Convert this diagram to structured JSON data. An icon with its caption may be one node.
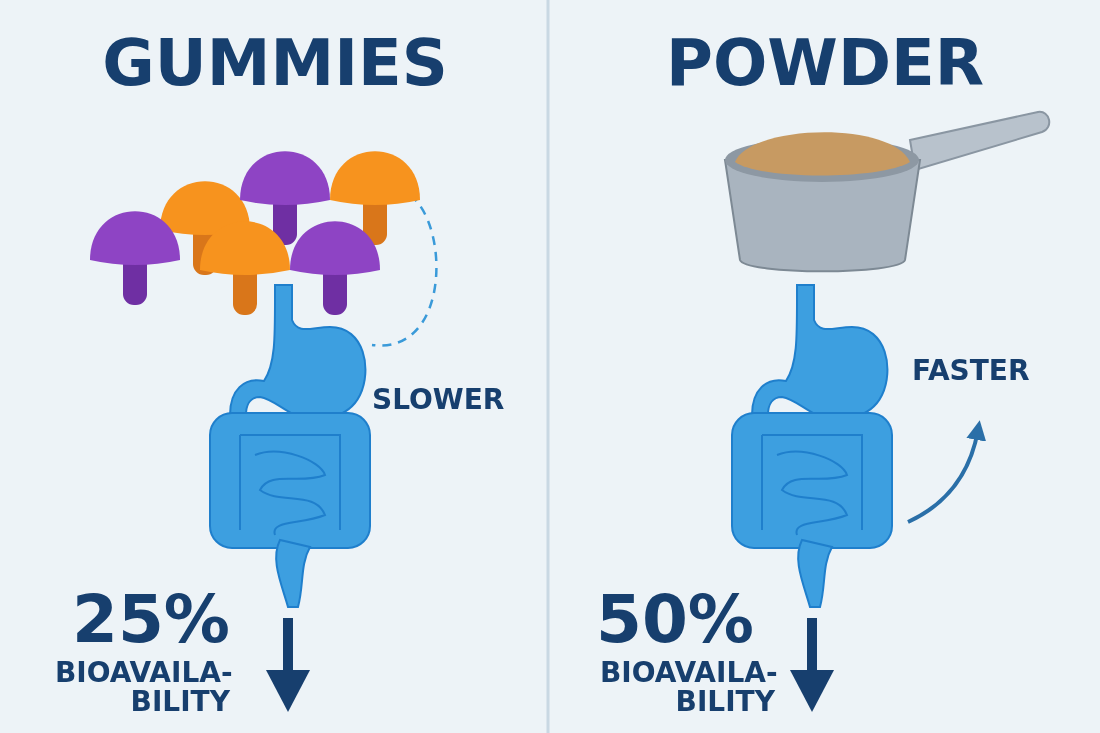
{
  "diagram": {
    "nodes": [
      {
        "text": [],
        "shape": "picture"
      },
      {
        "text": [],
        "shape": "picture"
      },
      {
        "text": [],
        "shape": "picture"
      },
      {
        "text": [],
        "shape": "picture"
      }
    ],
    "edges": [
      {
        "from": 0,
        "to": 1,
        "arrow": "none",
        "style": "dashed"
      }
    ],
    "labels": [
      "GUMMIES",
      "POWDER",
      "SLOWER",
      "FASTER",
      "25%",
      "BIOAVAILA-BILITY",
      "50%",
      "BIOAVAILA-BILITY"
    ]
  }
}
